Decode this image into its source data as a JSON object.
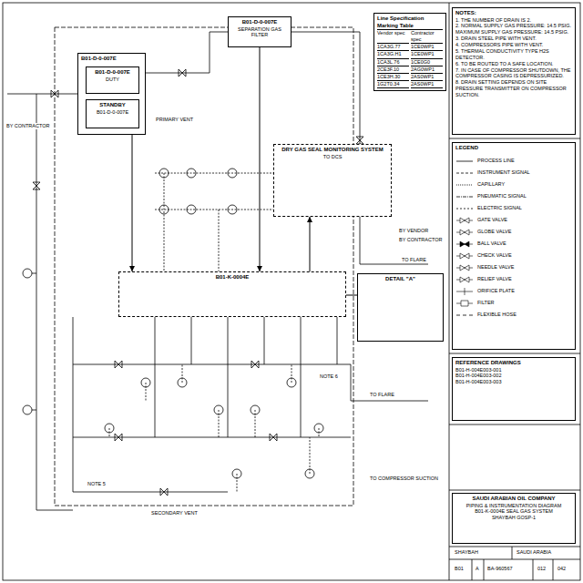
{
  "diagram": {
    "nodes": [
      {
        "text": [
          "B01-D-0-007E"
        ]
      },
      {
        "text": [
          "B01-D-0-007E",
          "DUTY"
        ],
        "in": 0
      },
      {
        "text": [
          "STANDBY",
          "B01-D-0-007E"
        ],
        "in": 0
      },
      {
        "text": [
          "B01-D-0-007E",
          "SEPARATION GAS FILTER"
        ]
      },
      {
        "text": [
          "DRY GAS SEAL MONITORING SYSTEM",
          "TO DCS"
        ]
      },
      {
        "text": [
          "B01-K-0004E"
        ]
      },
      {
        "text": [
          "DETAIL \"A\""
        ]
      },
      {
        "text": [
          "Line Specification Marking Table",
          "Vendor spec",
          "Contractor spec",
          "1CA3G.77",
          "1CE0WP1",
          "1CA3G.H1",
          "1CE0WP1",
          "1CA3L.76",
          "1CE0G0",
          "2CE3F.10",
          "2AG0WP1",
          "1CE3H.30",
          "2AS0WP1",
          "1G2T0.34",
          "2AS0WP1"
        ]
      },
      {
        "text": [
          "NOTES:",
          "1. THE NUMBER OF DRAIN IS 2.",
          "2. NORMAL SUPPLY GAS PRESSURE: 14.5 PSIG. MAXIMUM SUPPLY GAS PRESSURE: 14.5 PSIG.",
          "3. DRAIN STEEL PIPE WITH VENT.",
          "4. COMPRESSORS PIPE WITH VENT.",
          "5. THERMAL CONDUCTIVITY TYPE H2S DETECTOR.",
          "6. TO BE ROUTED TO A SAFE LOCATION.",
          "7. IN CASE OF COMPRESSOR SHUTDOWN, THE COMPRESSOR CASING IS DEPRESSURIZED.",
          "8. DRAIN SETTING DEPENDS ON SITE PRESSURE TRANSMITTER ON COMPRESSOR SUCTION."
        ]
      },
      {
        "text": [
          "LEGEND"
        ]
      },
      {
        "text": [
          "REFERENCE DRAWINGS",
          "B01-H-004E003-001",
          "B01-H-004E003-002",
          "B01-H-004E003-003"
        ]
      },
      {
        "text": [
          "SAUDI ARABIAN OIL COMPANY",
          "PIPING & INSTRUMENTATION DIAGRAM",
          "B01-K-0004E SEAL GAS SYSTEM",
          "SHAYBAH GOSP-1"
        ]
      }
    ],
    "edges": [
      {
        "from": 0,
        "to": 5,
        "arrow": "to"
      },
      {
        "from": 3,
        "to": 5,
        "arrow": "to"
      },
      {
        "from": 5,
        "to": 4,
        "arrow": "to"
      },
      {
        "from": 5,
        "to": 6,
        "arrow": "none"
      }
    ],
    "labels": [
      "PRIMARY VENT",
      "SECONDARY VENT",
      "BY CONTRACTOR",
      "BY VENDOR",
      "BY CONTRACTOR",
      "TO FLARE",
      "TO FLARE",
      "NOTE 5",
      "NOTE 6",
      "TO COMPRESSOR SUCTION",
      "SHAYBAH",
      "SAUDI ARABIA",
      "B01",
      "A",
      "BA-960567",
      "012",
      "042"
    ],
    "legend": [
      {
        "text": "PROCESS LINE"
      },
      {
        "text": "INSTRUMENT SIGNAL"
      },
      {
        "text": "CAPILLARY"
      },
      {
        "text": "PNEUMATIC SIGNAL"
      },
      {
        "text": "ELECTRIC SIGNAL"
      },
      {
        "text": "GATE VALVE"
      },
      {
        "text": "GLOBE VALVE"
      },
      {
        "text": "BALL VALVE"
      },
      {
        "text": "CHECK VALVE"
      },
      {
        "text": "NEEDLE VALVE"
      },
      {
        "text": "RELIEF VALVE"
      },
      {
        "text": "ORIFICE PLATE"
      },
      {
        "text": "FILTER"
      },
      {
        "text": "FLEXIBLE HOSE"
      }
    ]
  }
}
